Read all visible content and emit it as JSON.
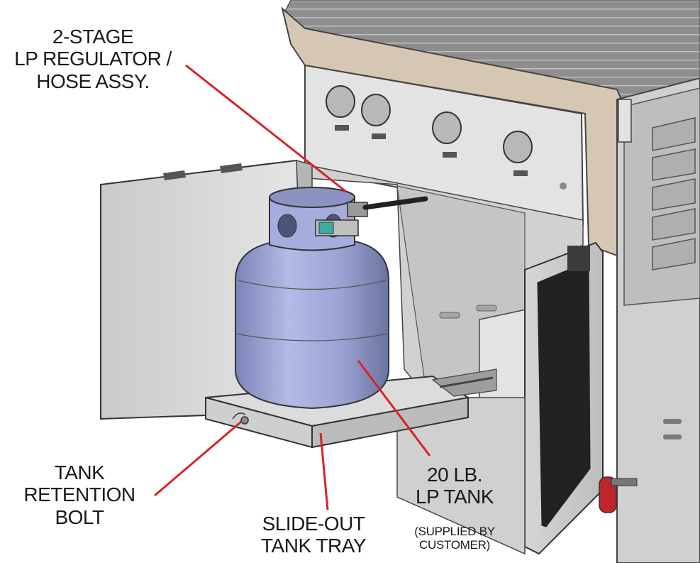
{
  "labels": {
    "regulator": [
      "2-STAGE",
      "LP REGULATOR /",
      "HOSE ASSY."
    ],
    "retention_bolt": [
      "TANK",
      "RETENTION",
      "BOLT"
    ],
    "tray": [
      "SLIDE-OUT",
      "TANK TRAY"
    ],
    "tank": [
      "20 LB.",
      "LP TANK"
    ],
    "tank_note": [
      "(SUPPLIED BY",
      "CUSTOMER)"
    ]
  },
  "colors": {
    "leader_line": "#d8232a",
    "tank": "#9ea6d6",
    "tank_shadow": "#6f78a8",
    "cabinet": "#d9dada",
    "hood": "#d6c7b4"
  }
}
